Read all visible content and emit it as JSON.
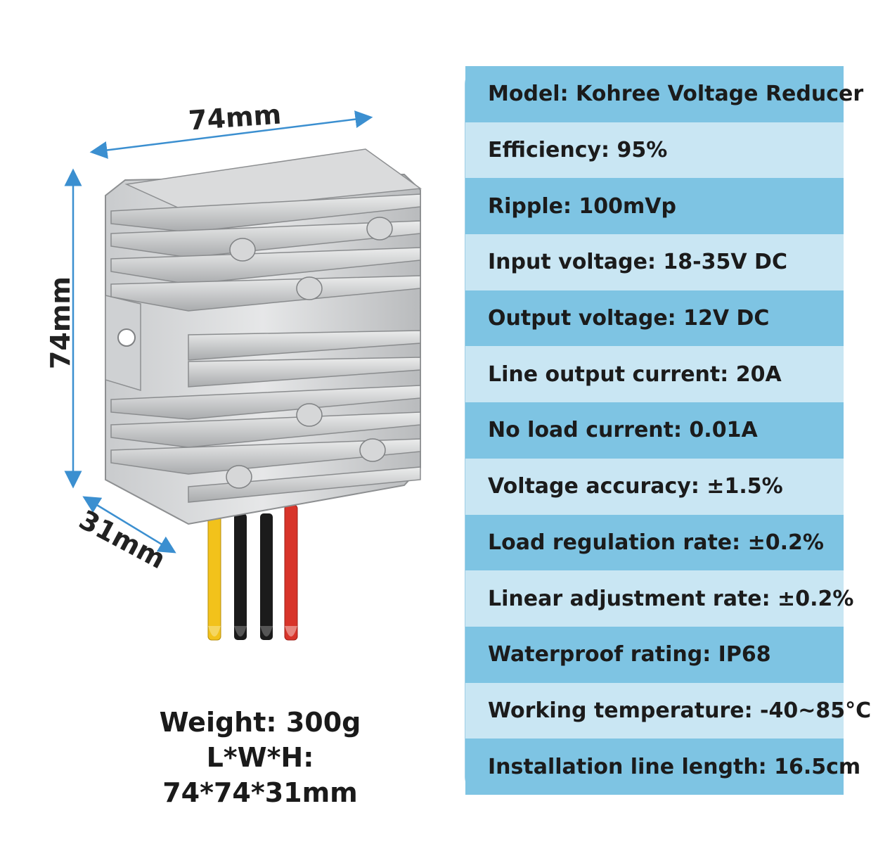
{
  "dimensions": {
    "top": "74mm",
    "left": "74mm",
    "depth": "31mm"
  },
  "product_info": {
    "weight": "Weight: 300g",
    "size": "L*W*H: 74*74*31mm"
  },
  "specs": [
    "Model: Kohree Voltage Reducer",
    "Efficiency: 95%",
    "Ripple: 100mVp",
    "Input voltage: 18-35V DC",
    "Output voltage: 12V DC",
    "Line output current: 20A",
    "No load current: 0.01A",
    "Voltage accuracy: ±1.5%",
    "Load regulation rate: ±0.2%",
    "Linear adjustment rate: ±0.2%",
    "Waterproof rating: IP68",
    "Working temperature: -40~85°C",
    "Installation line length: 16.5cm"
  ],
  "colors": {
    "row_dark": "#7ec4e3",
    "row_light": "#c9e6f3",
    "arrow": "#3b8fd0",
    "wires": [
      "#f2c21b",
      "#111111",
      "#111111",
      "#d8342a"
    ]
  }
}
